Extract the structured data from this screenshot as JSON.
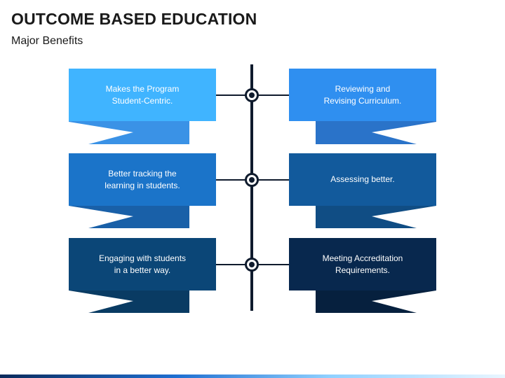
{
  "title": "OUTCOME BASED EDUCATION",
  "subtitle": "Major Benefits",
  "items": [
    {
      "text": "Makes the Program\nStudent-Centric.",
      "color": "#40b4ff",
      "shade": "#3a92e6"
    },
    {
      "text": "Reviewing and\nRevising Curriculum.",
      "color": "#2f8ff0",
      "shade": "#2a73c9"
    },
    {
      "text": "Better tracking the\nlearning in students.",
      "color": "#1b74c9",
      "shade": "#1960a8"
    },
    {
      "text": "Assessing better.",
      "color": "#125a9c",
      "shade": "#104d84"
    },
    {
      "text": "Engaging with students\nin a better way.",
      "color": "#0b4677",
      "shade": "#093b63"
    },
    {
      "text": "Meeting Accreditation\nRequirements.",
      "color": "#08284e",
      "shade": "#06203e"
    }
  ],
  "colors": {
    "timeline": "#0f1b2d"
  }
}
